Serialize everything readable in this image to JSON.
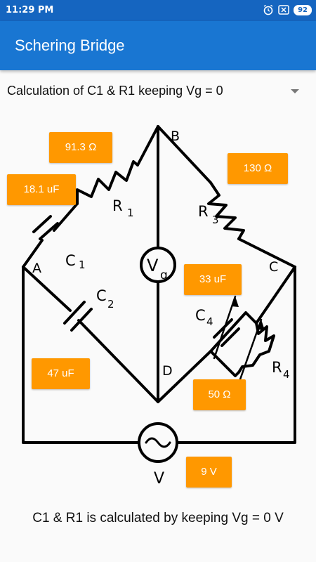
{
  "status_bar": {
    "time": "11:29 PM",
    "battery": "92",
    "icons": [
      "alarm-icon",
      "sim-icon",
      "battery-icon"
    ]
  },
  "app_bar": {
    "title": "Schering Bridge"
  },
  "spinner": {
    "selected": "Calculation of C1 & R1 keeping Vg = 0"
  },
  "circuit": {
    "node_labels": {
      "a": "A",
      "b": "B",
      "c": "C",
      "d": "D"
    },
    "component_labels": {
      "r1": "R",
      "r1_sub": "1",
      "r3": "R",
      "r3_sub": "3",
      "r4": "R",
      "r4_sub": "4",
      "c1": "C",
      "c1_sub": "1",
      "c2": "C",
      "c2_sub": "2",
      "c4": "C",
      "c4_sub": "4",
      "vg": "V",
      "vg_sub": "g",
      "source": "V"
    },
    "values": {
      "r1": "91.3 Ω",
      "c1": "18.1 uF",
      "r3": "130 Ω",
      "c4": "33 uF",
      "c2": "47 uF",
      "r4": "50 Ω",
      "v": "9 V"
    }
  },
  "footer": {
    "text": "C1 & R1 is calculated by keeping Vg = 0 V"
  },
  "colors": {
    "status_bar": "#1565c0",
    "app_bar": "#1976d2",
    "value_tag": "#ff9800"
  }
}
